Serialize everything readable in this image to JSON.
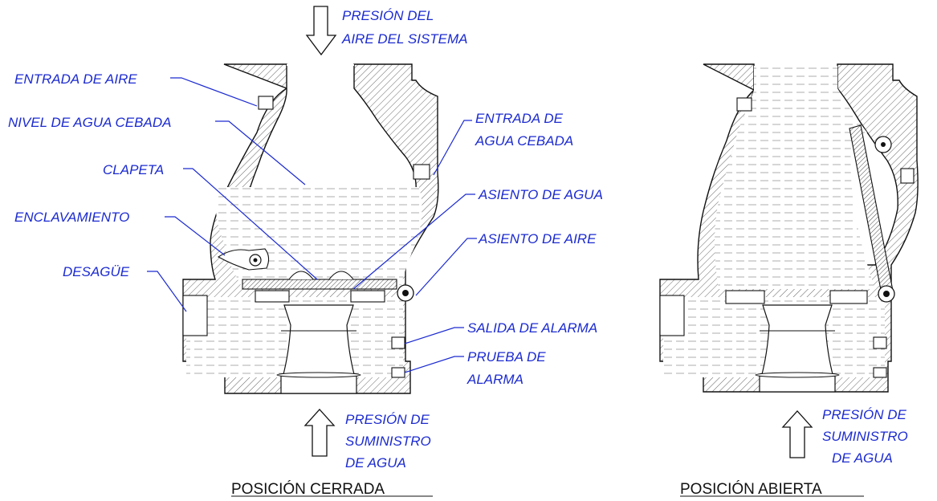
{
  "closed": {
    "top_label": [
      "PRESIÓN DEL",
      "AIRE DEL SISTEMA"
    ],
    "bottom_label": [
      "PRESIÓN DE",
      "SUMINISTRO",
      "DE AGUA"
    ],
    "caption": "POSICIÓN CERRADA",
    "callouts": {
      "entrada_aire": "ENTRADA DE AIRE",
      "nivel_agua": "NIVEL DE AGUA CEBADA",
      "clapeta": "CLAPETA",
      "enclavamiento": "ENCLAVAMIENTO",
      "desague": "DESAGÜE",
      "entrada_agua": [
        "ENTRADA DE",
        "AGUA CEBADA"
      ],
      "asiento_agua": "ASIENTO DE AGUA",
      "asiento_aire": "ASIENTO DE AIRE",
      "salida_alarma": "SALIDA DE ALARMA",
      "prueba_alarma": [
        "PRUEBA DE",
        "ALARMA"
      ]
    }
  },
  "open": {
    "bottom_label": [
      "PRESIÓN DE",
      "SUMINISTRO",
      "DE AGUA"
    ],
    "caption": "POSICIÓN ABIERTA"
  },
  "colors": {
    "label_blue": "#1c2bd0",
    "line_black": "#111111"
  }
}
